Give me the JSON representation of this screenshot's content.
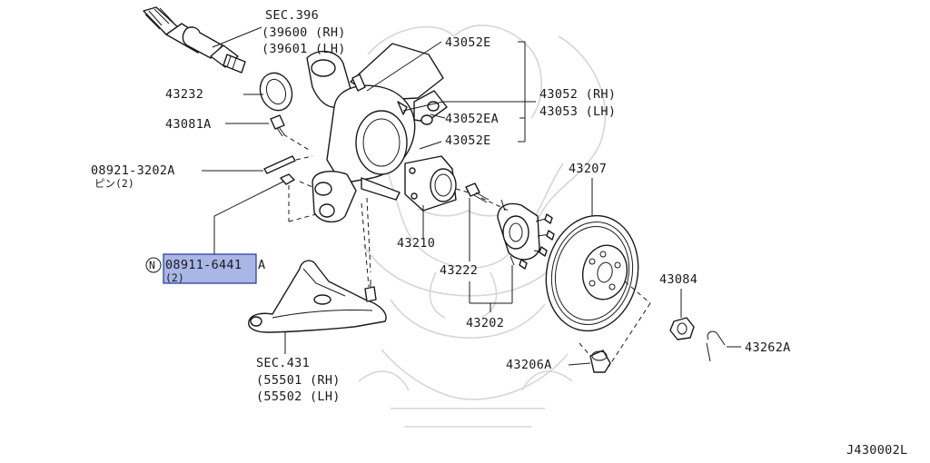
{
  "diagram_id": "J430002L",
  "callouts": {
    "sec396_title": "SEC.396",
    "sec396_rh": "(39600 (RH)",
    "sec396_lh": "(39601 (LH)",
    "p43232": "43232",
    "p43081a": "43081A",
    "p08921_main": "08921-3202A",
    "p08921_sub": "ピン(2)",
    "nut_marker": "N",
    "p08911_hl": "08911-6441",
    "p08911_suffix": "A",
    "p08911_qty": "(2)",
    "sec431_title": "SEC.431",
    "sec431_rh": "(55501 (RH)",
    "sec431_lh": "(55502 (LH)",
    "p43052e_top": "43052E",
    "p43052ea": "43052EA",
    "p43052e_bot": "43052E",
    "p43052_rh": "43052 (RH)",
    "p43053_lh": "43053 (LH)",
    "p43210": "43210",
    "p43222": "43222",
    "p43202": "43202",
    "p43207": "43207",
    "p43084": "43084",
    "p43262a": "43262A",
    "p43206a": "43206A"
  },
  "colors": {
    "highlight_fill": "#a9b6e6",
    "highlight_border": "#23349a",
    "line": "#1a1a1a",
    "watermark": "#d6d6d6"
  }
}
